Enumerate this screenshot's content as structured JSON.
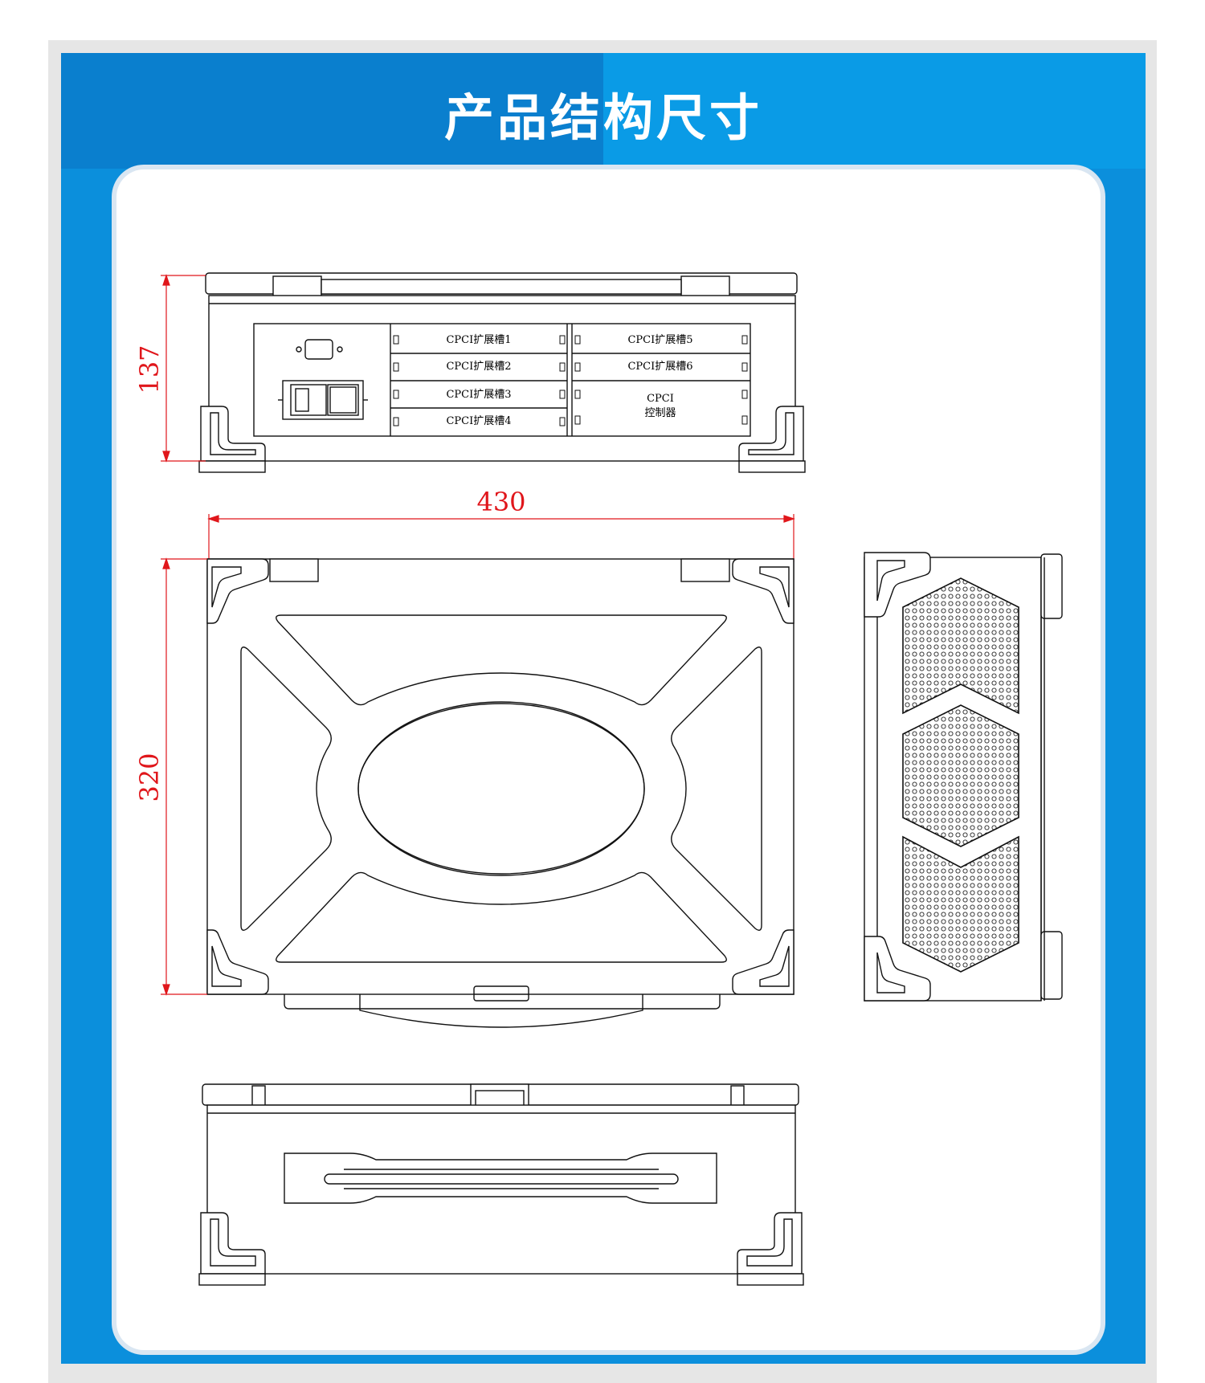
{
  "title": "产品结构尺寸",
  "dimensions": {
    "height": "137",
    "width": "430",
    "depth": "320"
  },
  "front_panel": {
    "slot1": "CPCI扩展槽1",
    "slot2": "CPCI扩展槽2",
    "slot3": "CPCI扩展槽3",
    "slot4": "CPCI扩展槽4",
    "slot5": "CPCI扩展槽5",
    "slot6": "CPCI扩展槽6",
    "controller_line1": "CPCI",
    "controller_line2": "控制器"
  },
  "colors": {
    "dimension": "#e0161b",
    "banner_dark": "#0a7fce",
    "banner_light": "#0a9be6"
  }
}
